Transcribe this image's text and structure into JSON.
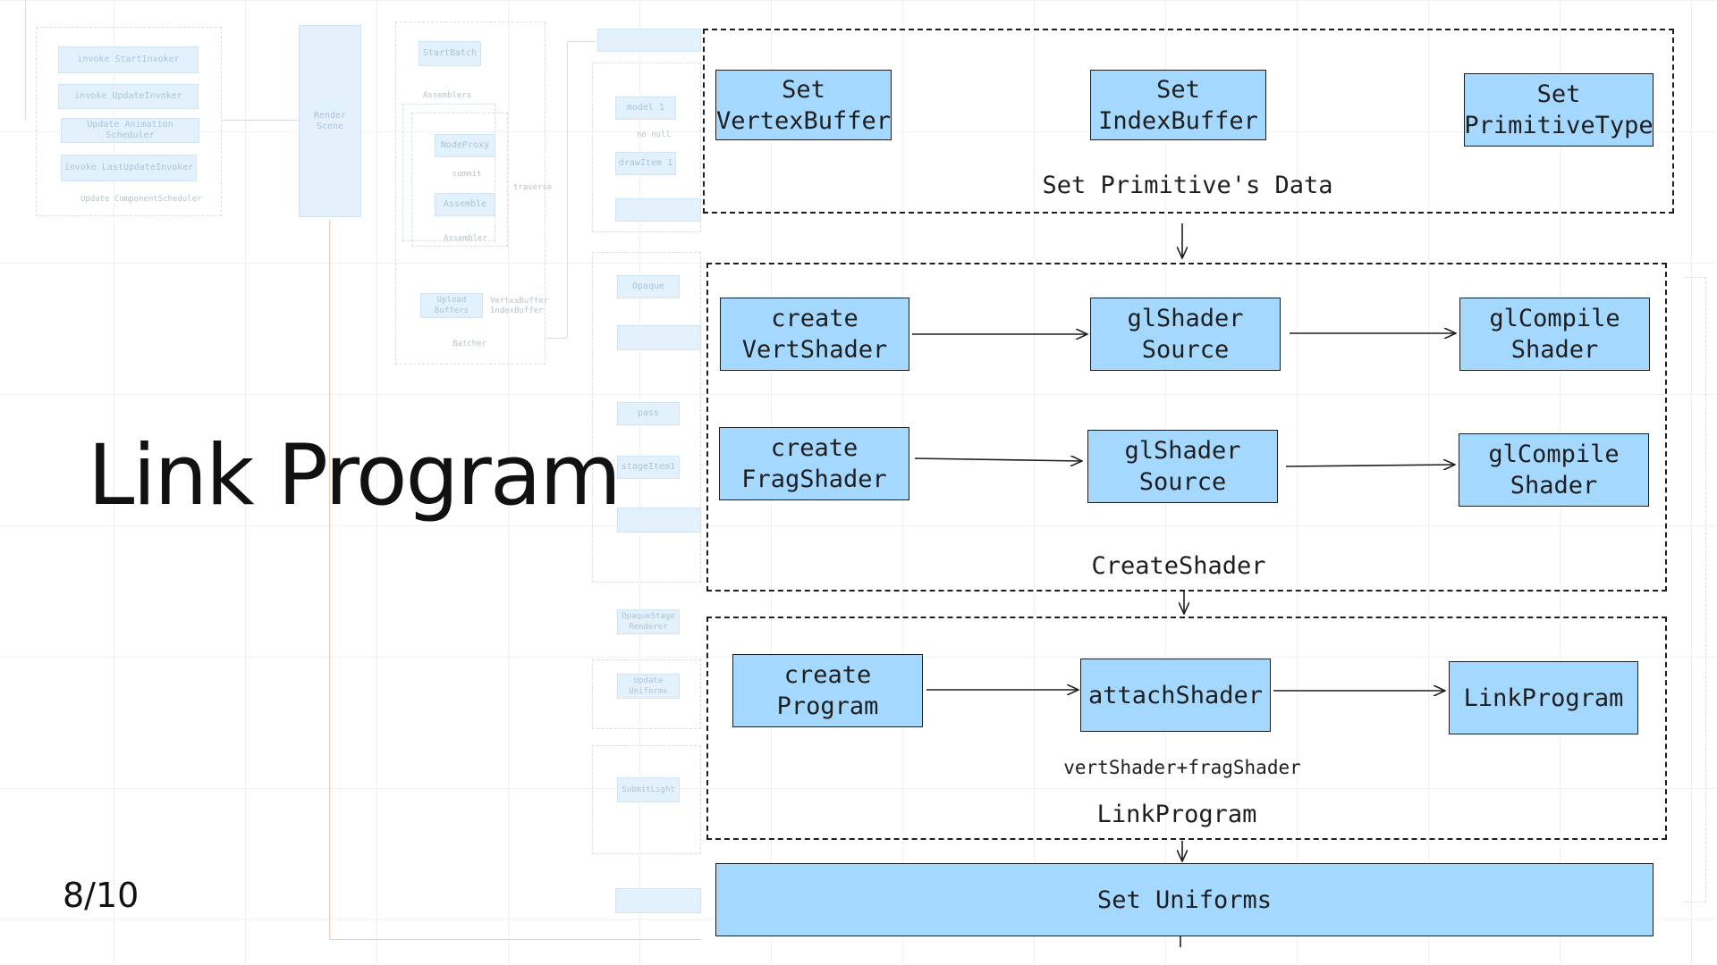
{
  "slide": {
    "title": "Link Program",
    "page_number": "8/10"
  },
  "background_diagram": {
    "nodes": [
      "invoke StartInvoker",
      "invoke UpdateInvoker",
      "Update Animation Scheduler",
      "invoke LastUpdateInvoker",
      "Render Scene",
      "StartBatch",
      "NodeProxy",
      "Assemble",
      "Upload Buffers",
      "model 1",
      "drawItem 1",
      "Opaque",
      "pass",
      "stageItem1",
      "OpaqueStage Renderer",
      "Update Uniforms",
      "SubmitLight"
    ],
    "labels": [
      "Update ComponentScheduler",
      "Assemblers",
      "Assembler",
      "commit",
      "traverse",
      "VertexBuffer IndexBuffer",
      "Batcher",
      "no null"
    ]
  },
  "groups": {
    "primitive": {
      "label": "Set Primitive's Data"
    },
    "shader": {
      "label": "CreateShader"
    },
    "link": {
      "label": "LinkProgram",
      "note": "vertShader+fragShader"
    }
  },
  "nodes": {
    "set_vertex_buffer": "Set\nVertexBuffer",
    "set_index_buffer": "Set\nIndexBuffer",
    "set_primitive_type": "Set\nPrimitiveType",
    "create_vert_shader": "create\nVertShader",
    "gl_shader_source_1": "glShader\nSource",
    "gl_compile_shader_1": "glCompile\nShader",
    "create_frag_shader": "create\nFragShader",
    "gl_shader_source_2": "glShader\nSource",
    "gl_compile_shader_2": "glCompile\nShader",
    "create_program": "create\nProgram",
    "attach_shader": "attachShader",
    "link_program": "LinkProgram",
    "set_uniforms": "Set Uniforms"
  },
  "colors": {
    "node_fill": "#a5d8ff",
    "stroke": "#1e1e1e",
    "faded_node_fill": "#e3f1fd",
    "faded_text": "#a9c3d9"
  }
}
